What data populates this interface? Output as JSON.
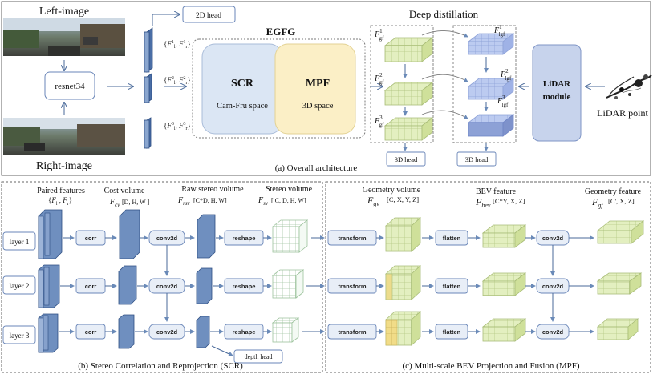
{
  "top": {
    "left_image_label": "Left-image",
    "right_image_label": "Right-image",
    "backbone": "resnet34",
    "features_label": [
      "{F",
      "1",
      ", F",
      "1",
      "}"
    ],
    "head_2d": "2D head",
    "egfg_title": "EGFG",
    "scr_title": "SCR",
    "scr_sub": "Cam-Fru space",
    "mpf_title": "MPF",
    "mpf_sub": "3D space",
    "deep_distillation": "Deep distillation",
    "head_3d": "3D head",
    "lidar_module_line1": "LiDAR",
    "lidar_module_line2": "module",
    "lidar_point_label": "LiDAR point",
    "caption": "(a) Overall architecture"
  },
  "scr_panel": {
    "col_paired": "Paired features",
    "col_cost": "Cost volume",
    "col_cost_dims": "[D, H, W ]",
    "col_raw": "Raw stereo volume",
    "col_raw_dims": "[C*D, H, W]",
    "col_stereo": "Stereo volume",
    "col_stereo_dims": "[ C, D, H, W]",
    "layers": [
      "layer 1",
      "layer 2",
      "layer 3"
    ],
    "corr": "corr",
    "conv2d": "conv2d",
    "reshape": "reshape",
    "depth_head": "depth head",
    "caption": "(b) Stereo Correlation and Reprojection (SCR)"
  },
  "mpf_panel": {
    "col_geometry": "Geometry volume",
    "col_geometry_dims": "[C, X, Y, Z]",
    "col_bev": "BEV feature",
    "col_bev_dims": "[C*Y, X, Z]",
    "col_geofeat": "Geometry feature",
    "col_geofeat_dims": "[C', X, Z]",
    "transform": "transform",
    "flatten": "flatten",
    "conv2d": "conv2d",
    "caption": "(c) Multi-scale BEV  Projection and Fusion (MPF)"
  },
  "colors": {
    "scr_fill": "#dbe6f4",
    "mpf_fill": "#fbefc6",
    "lidar_fill": "#c7d3ec",
    "grid_green": "#e3efc0",
    "grid_blue": "#b9c9ee",
    "feature_blue": "#6f8fbf"
  }
}
